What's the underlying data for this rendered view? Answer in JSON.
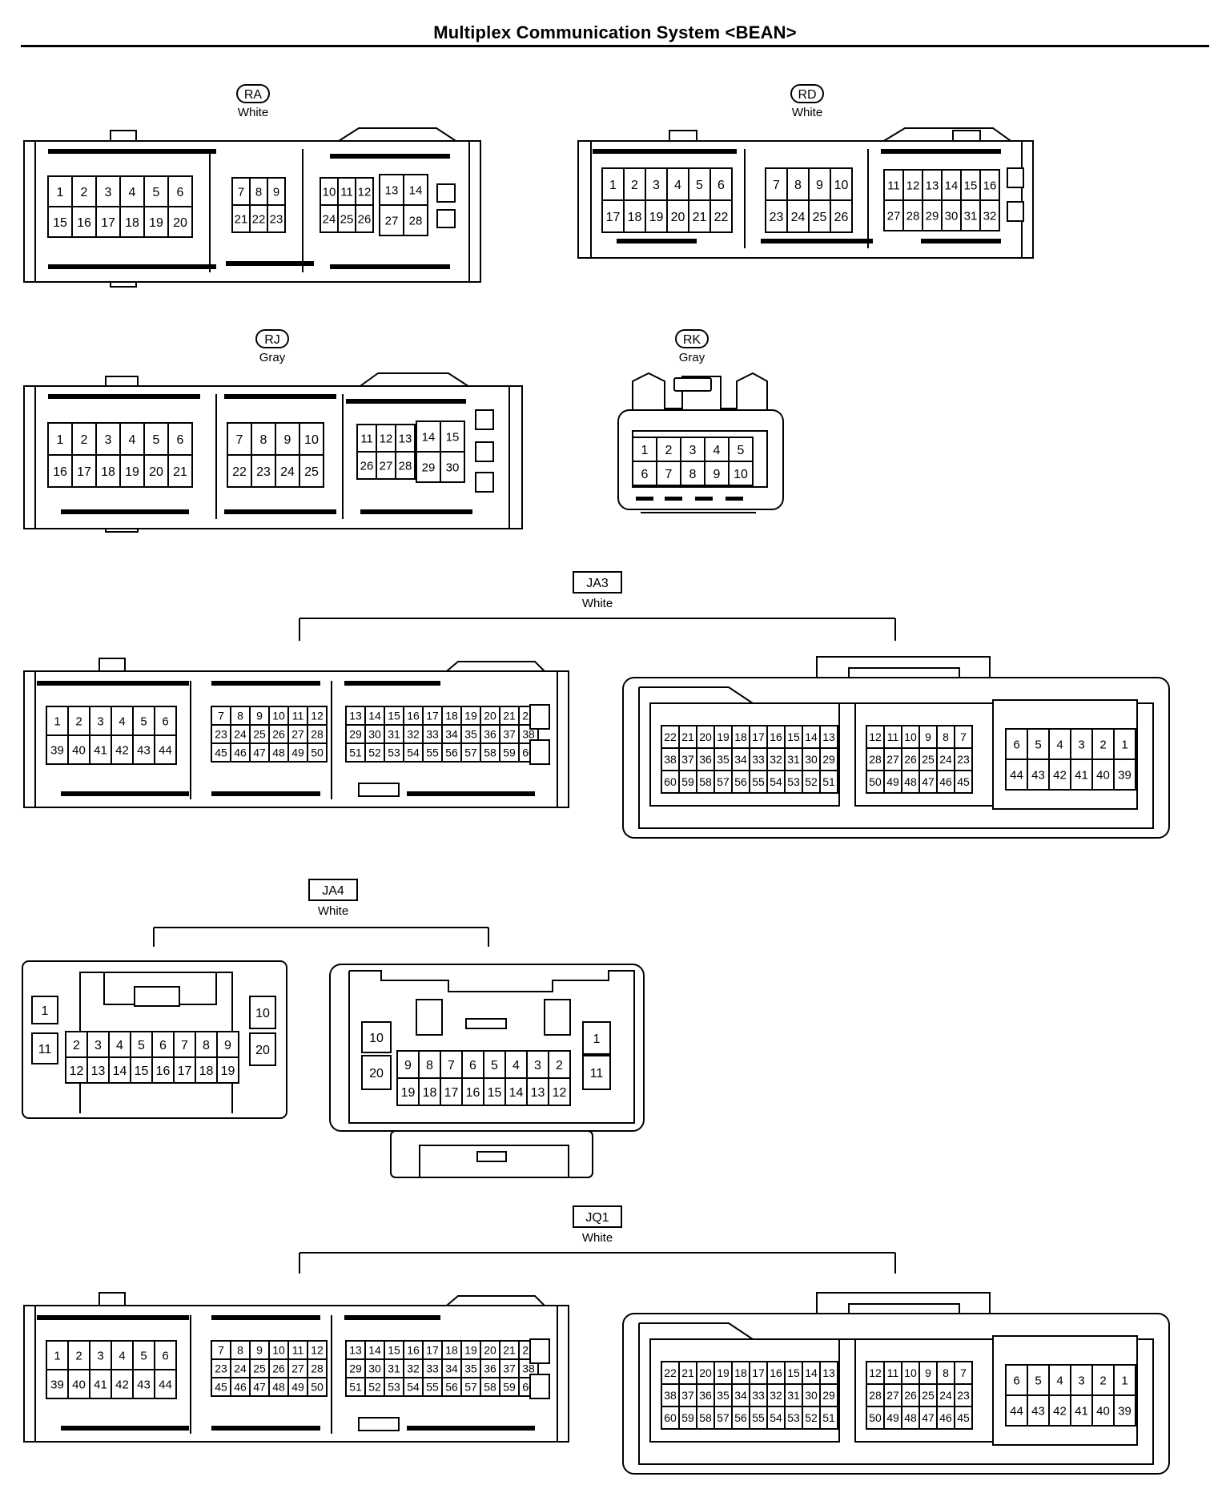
{
  "title": "Multiplex Communication System <BEAN>",
  "connectors": [
    {
      "id": "RA",
      "color": "White",
      "tag": "oval"
    },
    {
      "id": "RD",
      "color": "White",
      "tag": "oval"
    },
    {
      "id": "RJ",
      "color": "Gray",
      "tag": "oval"
    },
    {
      "id": "RK",
      "color": "Gray",
      "tag": "oval"
    },
    {
      "id": "JA3",
      "color": "White",
      "tag": "box"
    },
    {
      "id": "JA4",
      "color": "White",
      "tag": "box"
    },
    {
      "id": "JQ1",
      "color": "White",
      "tag": "box"
    }
  ]
}
